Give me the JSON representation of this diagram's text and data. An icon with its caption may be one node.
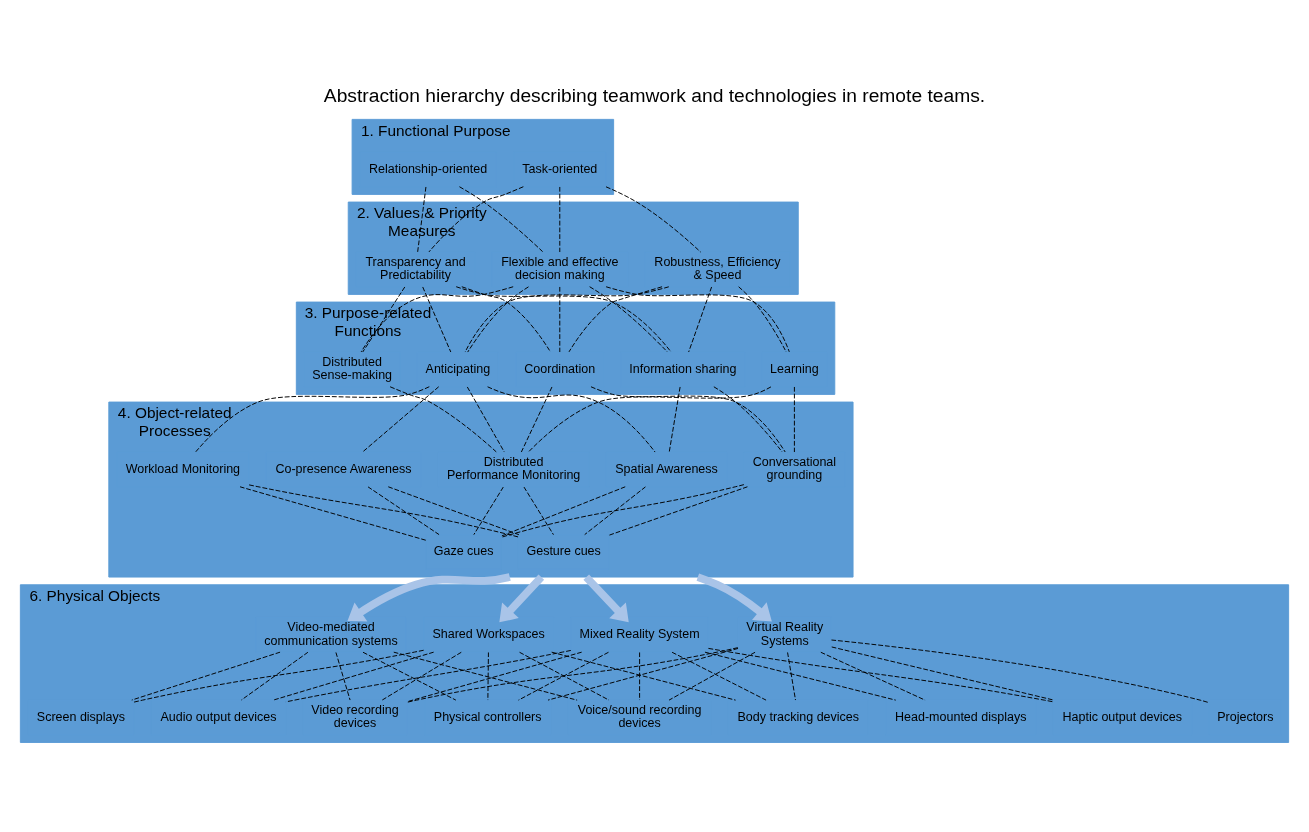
{
  "diagram": {
    "title": "Abstraction hierarchy describing teamwork and technologies in remote teams.",
    "nodes": [
      {
        "text": [
          "1. Functional Purpose"
        ]
      },
      {
        "text": [
          "Task-oriented"
        ],
        "in": 0
      },
      {
        "text": [
          "Relationship-oriented"
        ],
        "in": 0
      },
      {
        "text": [
          "2. Values & Priority Measures"
        ]
      },
      {
        "text": [
          "Robustness, Efficiency & Speed"
        ],
        "in": 3
      },
      {
        "text": [
          "Flexible and effective decision making"
        ],
        "in": 3
      },
      {
        "text": [
          "Transparency and Predictability"
        ],
        "in": 3
      },
      {
        "text": [
          "3. Purpose-related Functions"
        ]
      },
      {
        "text": [
          "Information sharing"
        ],
        "in": 7
      },
      {
        "text": [
          "Coordination"
        ],
        "in": 7
      },
      {
        "text": [
          "Distributed Sense-making"
        ],
        "in": 7
      },
      {
        "text": [
          "Anticipating"
        ],
        "in": 7
      },
      {
        "text": [
          "Learning"
        ],
        "in": 7
      },
      {
        "text": [
          "4. Object-related Processes"
        ]
      },
      {
        "text": [
          "Conversational grounding"
        ],
        "in": 13
      },
      {
        "text": [
          "Workload Monitoring"
        ],
        "in": 13
      },
      {
        "text": [
          "Distributed Performance Monitoring"
        ],
        "in": 13
      },
      {
        "text": [
          "Co-presence Awareness"
        ],
        "in": 13
      },
      {
        "text": [
          "Spatial Awareness"
        ],
        "in": 13
      },
      {
        "text": [
          "Gaze cues"
        ],
        "in": 13
      },
      {
        "text": [
          "Gesture cues"
        ],
        "in": 13
      },
      {
        "text": [
          "6. Physical Objects"
        ]
      },
      {
        "text": [
          "Virtual Reality Systems"
        ],
        "in": 21
      },
      {
        "text": [
          "Mixed Reality System"
        ],
        "in": 21
      },
      {
        "text": [
          "Shared Workspaces"
        ],
        "in": 21
      },
      {
        "text": [
          "Video-mediated communication systems"
        ],
        "in": 21
      },
      {
        "text": [
          "Body tracking devices"
        ],
        "in": 21
      },
      {
        "text": [
          "Voice/sound recording devices"
        ],
        "in": 21
      },
      {
        "text": [
          "Video recording devices"
        ],
        "in": 21
      },
      {
        "text": [
          "Audio output devices"
        ],
        "in": 21
      },
      {
        "text": [
          "Haptic output devices"
        ],
        "in": 21
      },
      {
        "text": [
          "Physical controllers"
        ],
        "in": 21
      },
      {
        "text": [
          "Screen displays"
        ],
        "in": 21
      },
      {
        "text": [
          "Head-mounted displays"
        ],
        "in": 21
      },
      {
        "text": [
          "Projectors"
        ],
        "in": 21
      }
    ],
    "edges": [
      {
        "from": 1,
        "to": 4,
        "arrow": "none",
        "style": "dashed"
      },
      {
        "from": 1,
        "to": 5,
        "arrow": "none",
        "style": "dashed"
      },
      {
        "from": 1,
        "to": 6,
        "arrow": "none",
        "style": "dashed"
      },
      {
        "from": 2,
        "to": 5,
        "arrow": "none",
        "style": "dashed"
      },
      {
        "from": 2,
        "to": 6,
        "arrow": "none",
        "style": "dashed"
      },
      {
        "from": 4,
        "to": 8,
        "arrow": "none",
        "style": "dashed"
      },
      {
        "from": 4,
        "to": 9,
        "arrow": "none",
        "style": "dashed"
      },
      {
        "from": 4,
        "to": 11,
        "arrow": "none",
        "style": "dashed"
      },
      {
        "from": 4,
        "to": 12,
        "arrow": "none",
        "style": "dashed"
      },
      {
        "from": 5,
        "to": 8,
        "arrow": "none",
        "style": "dashed"
      },
      {
        "from": 5,
        "to": 9,
        "arrow": "none",
        "style": "dashed"
      },
      {
        "from": 5,
        "to": 10,
        "arrow": "none",
        "style": "dashed"
      },
      {
        "from": 5,
        "to": 11,
        "arrow": "none",
        "style": "dashed"
      },
      {
        "from": 5,
        "to": 12,
        "arrow": "none",
        "style": "dashed"
      },
      {
        "from": 6,
        "to": 8,
        "arrow": "none",
        "style": "dashed"
      },
      {
        "from": 6,
        "to": 9,
        "arrow": "none",
        "style": "dashed"
      },
      {
        "from": 6,
        "to": 10,
        "arrow": "none",
        "style": "dashed"
      },
      {
        "from": 6,
        "to": 11,
        "arrow": "none",
        "style": "dashed"
      },
      {
        "from": 8,
        "to": 14,
        "arrow": "none",
        "style": "dashed"
      },
      {
        "from": 8,
        "to": 18,
        "arrow": "none",
        "style": "dashed"
      },
      {
        "from": 9,
        "to": 14,
        "arrow": "none",
        "style": "dashed"
      },
      {
        "from": 9,
        "to": 16,
        "arrow": "none",
        "style": "dashed"
      },
      {
        "from": 10,
        "to": 16,
        "arrow": "none",
        "style": "dashed"
      },
      {
        "from": 11,
        "to": 15,
        "arrow": "none",
        "style": "dashed"
      },
      {
        "from": 11,
        "to": 16,
        "arrow": "none",
        "style": "dashed"
      },
      {
        "from": 11,
        "to": 17,
        "arrow": "none",
        "style": "dashed"
      },
      {
        "from": 11,
        "to": 18,
        "arrow": "none",
        "style": "dashed"
      },
      {
        "from": 12,
        "to": 14,
        "arrow": "none",
        "style": "dashed"
      },
      {
        "from": 12,
        "to": 16,
        "arrow": "none",
        "style": "dashed"
      },
      {
        "from": 14,
        "to": 19,
        "arrow": "none",
        "style": "dashed"
      },
      {
        "from": 14,
        "to": 20,
        "arrow": "none",
        "style": "dashed"
      },
      {
        "from": 15,
        "to": 19,
        "arrow": "none",
        "style": "dashed"
      },
      {
        "from": 15,
        "to": 20,
        "arrow": "none",
        "style": "dashed"
      },
      {
        "from": 16,
        "to": 19,
        "arrow": "none",
        "style": "dashed"
      },
      {
        "from": 16,
        "to": 20,
        "arrow": "none",
        "style": "dashed"
      },
      {
        "from": 17,
        "to": 19,
        "arrow": "none",
        "style": "dashed"
      },
      {
        "from": 17,
        "to": 20,
        "arrow": "none",
        "style": "dashed"
      },
      {
        "from": 18,
        "to": 19,
        "arrow": "none",
        "style": "dashed"
      },
      {
        "from": 18,
        "to": 20,
        "arrow": "none",
        "style": "dashed"
      },
      {
        "from": 13,
        "to": 22,
        "arrow": "to",
        "style": "thick",
        "color": "#a9c4e8"
      },
      {
        "from": 13,
        "to": 23,
        "arrow": "to",
        "style": "thick",
        "color": "#a9c4e8"
      },
      {
        "from": 13,
        "to": 24,
        "arrow": "to",
        "style": "thick",
        "color": "#a9c4e8"
      },
      {
        "from": 13,
        "to": 25,
        "arrow": "to",
        "style": "thick",
        "color": "#a9c4e8"
      },
      {
        "from": 22,
        "to": 26,
        "arrow": "none",
        "style": "dashed"
      },
      {
        "from": 22,
        "to": 27,
        "arrow": "none",
        "style": "dashed"
      },
      {
        "from": 22,
        "to": 28,
        "arrow": "none",
        "style": "dashed"
      },
      {
        "from": 22,
        "to": 30,
        "arrow": "none",
        "style": "dashed"
      },
      {
        "from": 22,
        "to": 31,
        "arrow": "none",
        "style": "dashed"
      },
      {
        "from": 22,
        "to": 33,
        "arrow": "none",
        "style": "dashed"
      },
      {
        "from": 22,
        "to": 34,
        "arrow": "none",
        "style": "dashed"
      },
      {
        "from": 23,
        "to": 26,
        "arrow": "none",
        "style": "dashed"
      },
      {
        "from": 23,
        "to": 27,
        "arrow": "none",
        "style": "dashed"
      },
      {
        "from": 23,
        "to": 28,
        "arrow": "none",
        "style": "dashed"
      },
      {
        "from": 23,
        "to": 29,
        "arrow": "none",
        "style": "dashed"
      },
      {
        "from": 23,
        "to": 30,
        "arrow": "none",
        "style": "dashed"
      },
      {
        "from": 23,
        "to": 31,
        "arrow": "none",
        "style": "dashed"
      },
      {
        "from": 23,
        "to": 33,
        "arrow": "none",
        "style": "dashed"
      },
      {
        "from": 24,
        "to": 26,
        "arrow": "none",
        "style": "dashed"
      },
      {
        "from": 24,
        "to": 27,
        "arrow": "none",
        "style": "dashed"
      },
      {
        "from": 24,
        "to": 28,
        "arrow": "none",
        "style": "dashed"
      },
      {
        "from": 24,
        "to": 29,
        "arrow": "none",
        "style": "dashed"
      },
      {
        "from": 24,
        "to": 31,
        "arrow": "none",
        "style": "dashed"
      },
      {
        "from": 24,
        "to": 32,
        "arrow": "none",
        "style": "dashed"
      },
      {
        "from": 25,
        "to": 27,
        "arrow": "none",
        "style": "dashed"
      },
      {
        "from": 25,
        "to": 28,
        "arrow": "none",
        "style": "dashed"
      },
      {
        "from": 25,
        "to": 29,
        "arrow": "none",
        "style": "dashed"
      },
      {
        "from": 25,
        "to": 31,
        "arrow": "none",
        "style": "dashed"
      },
      {
        "from": 25,
        "to": 32,
        "arrow": "none",
        "style": "dashed"
      }
    ]
  }
}
